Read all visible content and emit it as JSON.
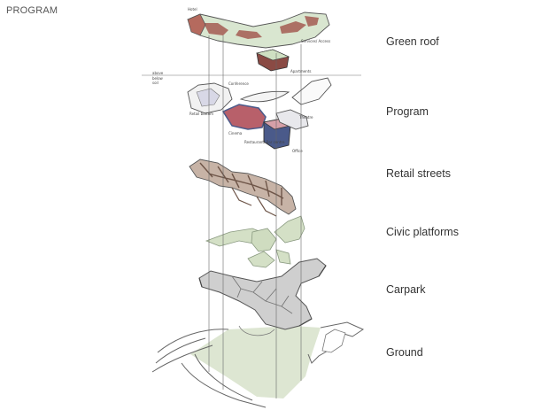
{
  "heading": "PROGRAM",
  "layers": [
    {
      "label": "Green roof"
    },
    {
      "label": "Program"
    },
    {
      "label": "Retail streets"
    },
    {
      "label": "Civic platforms"
    },
    {
      "label": "Carpark"
    },
    {
      "label": "Ground"
    }
  ],
  "annotations": {
    "hotel": "Hotel",
    "services": "Services/ Access",
    "apartments": "Apartments",
    "level_above": "above",
    "level_below": "below",
    "level_soil": "soil",
    "conference": "Conference",
    "retail_bottom": "Retail bottom",
    "theatre": "Theatre",
    "cinema": "Cinema",
    "restaurant": "Restaurant/ Bar centre",
    "office": "Office"
  },
  "colors": {
    "line": "#555555",
    "green_roof": "#d9e6d0",
    "green_roof_pattern": "#a0524a",
    "program_blue": "#4a5a8a",
    "program_red": "#b8606a",
    "program_grey": "#cccccc",
    "retail_street": "#a08878",
    "civic_green": "#d4e0c6",
    "carpark_grey": "#c8c8c8",
    "ground_green": "#dde6d2"
  }
}
